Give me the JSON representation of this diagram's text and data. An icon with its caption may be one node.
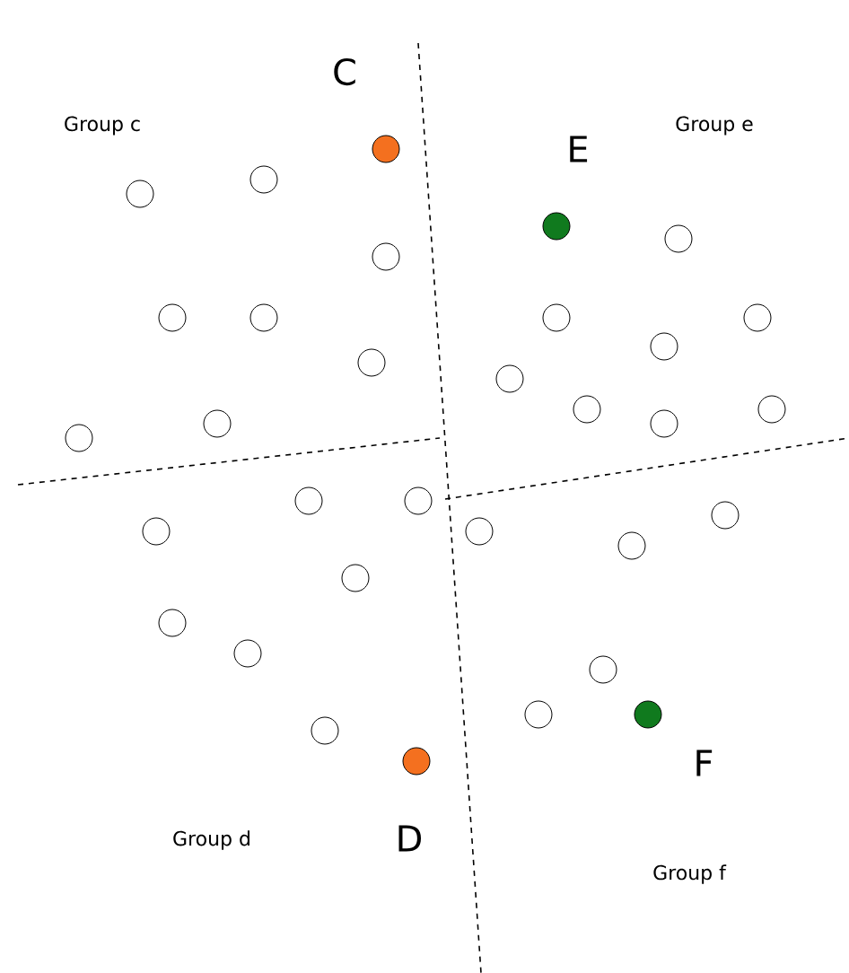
{
  "diagram": {
    "labels": [
      "Group c",
      "C",
      "E",
      "Group e",
      "Group d",
      "D",
      "F",
      "Group f"
    ]
  }
}
